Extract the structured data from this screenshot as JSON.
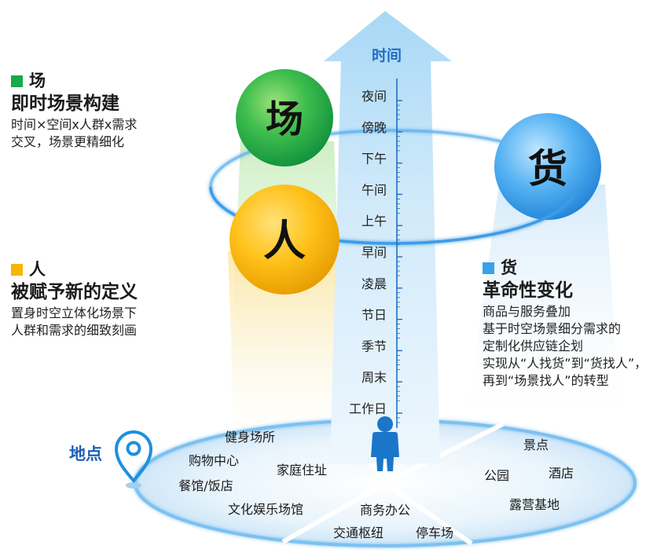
{
  "colors": {
    "green": "#17a94a",
    "yellow": "#f7b500",
    "blue": "#3aa0ec",
    "axis": "#1d6fc2",
    "person": "#1b76c9",
    "ring": "#3d9be8",
    "place_label": "#1d5fb5"
  },
  "circles": {
    "chang": "场",
    "ren": "人",
    "huo": "货"
  },
  "axis": {
    "title": "时间",
    "ticks": [
      "夜间",
      "傍晚",
      "下午",
      "午间",
      "上午",
      "早间",
      "凌晨",
      "节日",
      "季节",
      "周末",
      "工作日"
    ]
  },
  "blocks": {
    "chang": {
      "head": "场",
      "sub": "即时场景构建",
      "lines": [
        "时间×空间x人群x需求",
        "交叉，场景更精细化"
      ]
    },
    "ren": {
      "head": "人",
      "sub": "被赋予新的定义",
      "lines": [
        "置身时空立体化场景下",
        "人群和需求的细致刻画"
      ]
    },
    "huo": {
      "head": "货",
      "sub": "革命性变化",
      "lines": [
        "商品与服务叠加",
        "基于时空场景细分需求的",
        "定制化供应链企划",
        "实现从“人找货”到“货找人”，",
        "再到“场景找人”的转型"
      ]
    }
  },
  "place": {
    "label": "地点",
    "icon": "map-pin-icon",
    "person_icon": "person-icon",
    "items": [
      "健身场所",
      "购物中心",
      "餐馆/饭店",
      "家庭住址",
      "文化娱乐场馆",
      "商务办公",
      "交通枢纽",
      "停车场",
      "景点",
      "公园",
      "酒店",
      "露营基地"
    ]
  }
}
